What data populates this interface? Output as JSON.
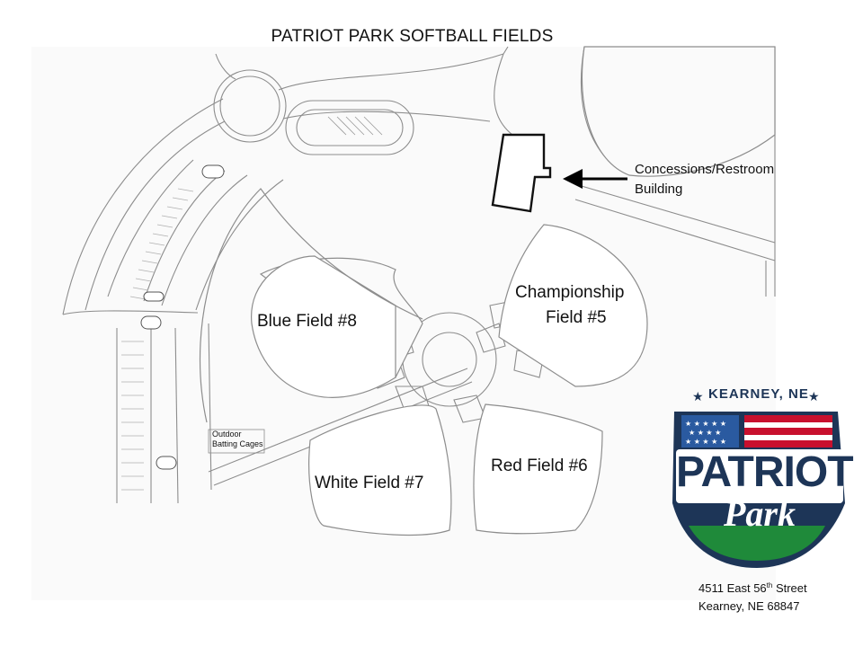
{
  "title": "PATRIOT PARK SOFTBALL FIELDS",
  "fields": {
    "blue": "Blue Field #8",
    "championship_line1": "Championship",
    "championship_line2": "Field #5",
    "white": "White Field #7",
    "red": "Red Field #6"
  },
  "batting_cages": {
    "line1": "Outdoor",
    "line2": "Batting Cages"
  },
  "concessions": {
    "line1": "Concessions/Restroom",
    "line2": "Building"
  },
  "logo": {
    "top_text": "KEARNEY, NE",
    "word1": "PATRIOT",
    "word2": "Park",
    "colors": {
      "navy": "#1d3557",
      "red": "#c8102e",
      "blue": "#2a5aa0",
      "green": "#1f8a3a",
      "white": "#ffffff"
    }
  },
  "address": {
    "street_pre": "4511 East 56",
    "street_sup": "th",
    "street_post": " Street",
    "city": "Kearney, NE 68847"
  },
  "map_colors": {
    "ground": "#f7f7f7",
    "line": "#8a8a8a",
    "dark": "#222222"
  }
}
